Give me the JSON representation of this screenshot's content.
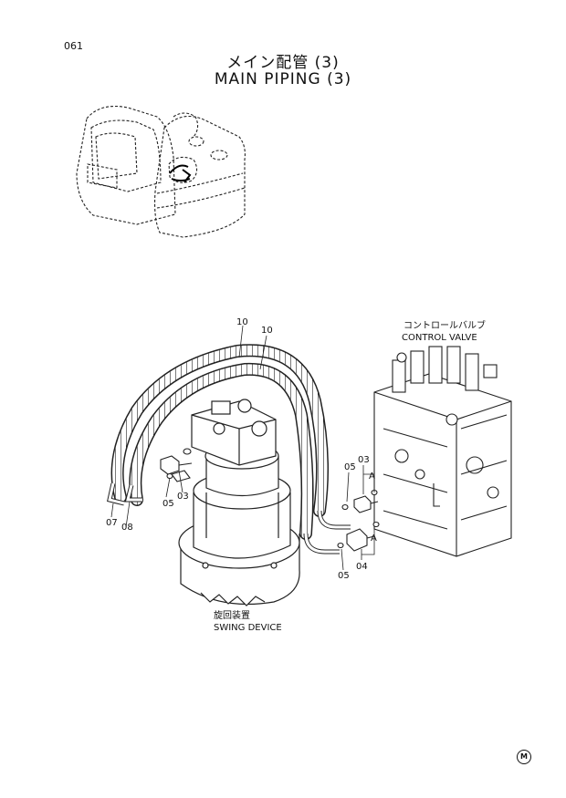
{
  "page": {
    "code": "061",
    "title_jp": "メイン配管 (3)",
    "title_en": "MAIN PIPING (3)",
    "corner_mark": "M"
  },
  "components": {
    "control_valve_jp": "コントロールバルブ",
    "control_valve_en": "CONTROL VALVE",
    "swing_device_jp": "旋回装置",
    "swing_device_en": "SWING DEVICE"
  },
  "callouts": {
    "hose_left": "10",
    "hose_right": "10",
    "adapter_left": "03",
    "oring_left": "05",
    "elbow_left": "07",
    "elbow_right_left": "08",
    "oring_upper_right": "05",
    "adapter_upper_right": "03",
    "ref_upper": "A",
    "oring_lower_right": "05",
    "adapter_lower_right": "04",
    "ref_lower": "A"
  }
}
